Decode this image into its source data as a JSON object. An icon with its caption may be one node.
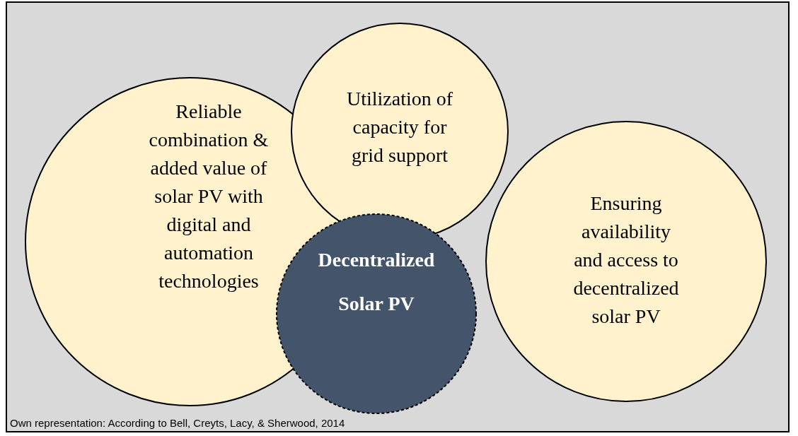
{
  "diagram": {
    "caption": "Own representation: According to Bell, Creyts, Lacy, & Sherwood, 2014",
    "nodes": [
      {
        "text": [
          "Utilization of capacity for grid support"
        ]
      },
      {
        "text": [
          "Reliable combination & added value of solar PV with digital and automation technologies"
        ]
      },
      {
        "text": [
          "Ensuring availability and access to decentralized solar PV"
        ]
      },
      {
        "text": [
          "Decentralized Solar PV"
        ]
      }
    ]
  }
}
